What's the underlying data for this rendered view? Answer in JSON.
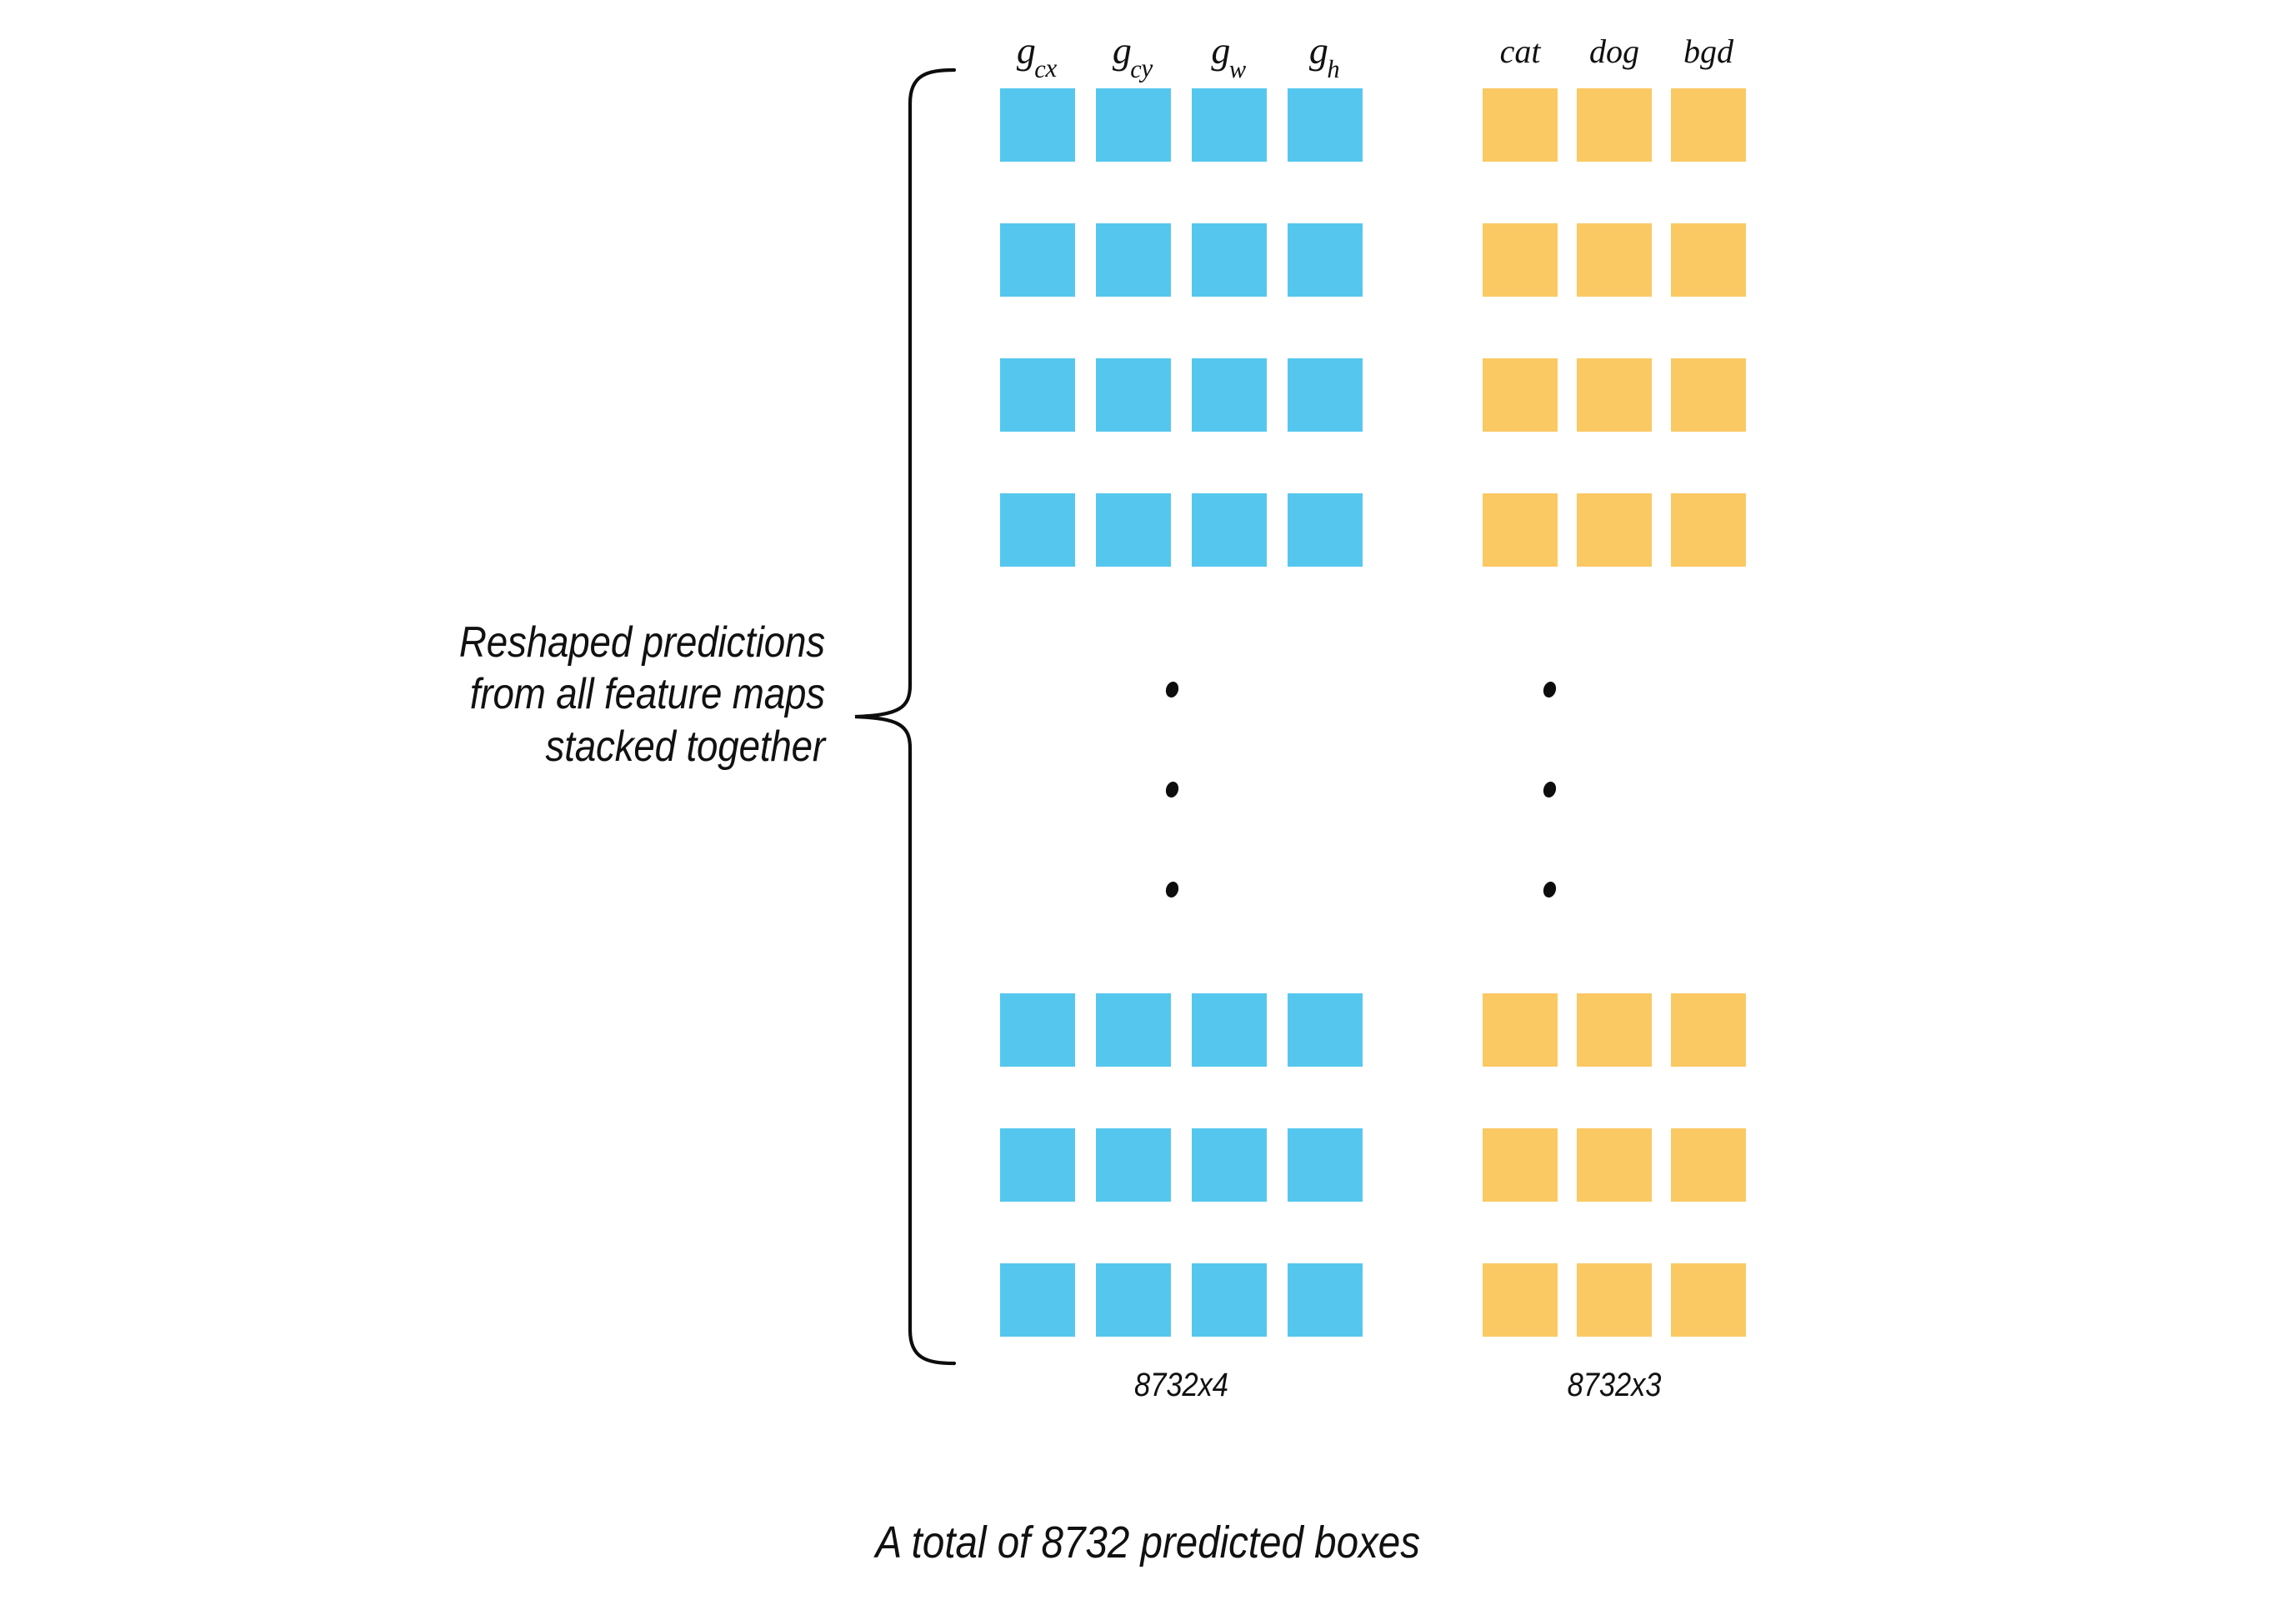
{
  "diagram": {
    "type": "ssd-prediction-tensor-layout",
    "background_color": "#ffffff",
    "colors": {
      "localization_cell": "#55c7ee",
      "classification_cell": "#fbc963",
      "text": "#111111",
      "brace": "#0d0d0d"
    },
    "brace_label": {
      "line1": "Reshaped predictions",
      "line2": "from all feature maps",
      "line3": "stacked together"
    },
    "localization_block": {
      "headers": [
        {
          "base": "g",
          "sub": "c",
          "subsub": "x",
          "plain": "g_cx"
        },
        {
          "base": "g",
          "sub": "c",
          "subsub": "y",
          "plain": "g_cy"
        },
        {
          "base": "g",
          "sub": "w",
          "subsub": "",
          "plain": "g_w"
        },
        {
          "base": "g",
          "sub": "h",
          "subsub": "",
          "plain": "g_h"
        }
      ],
      "dimension_label": "8732x4",
      "columns": 4,
      "visible_rows": 7
    },
    "classification_block": {
      "headers": [
        {
          "plain": "cat"
        },
        {
          "plain": "dog"
        },
        {
          "plain": "bgd"
        }
      ],
      "dimension_label": "8732x3",
      "columns": 3,
      "visible_rows": 7
    },
    "ellipsis": {
      "dot_count_per_column": 3
    },
    "total_caption": "A total of 8732 predicted boxes"
  }
}
